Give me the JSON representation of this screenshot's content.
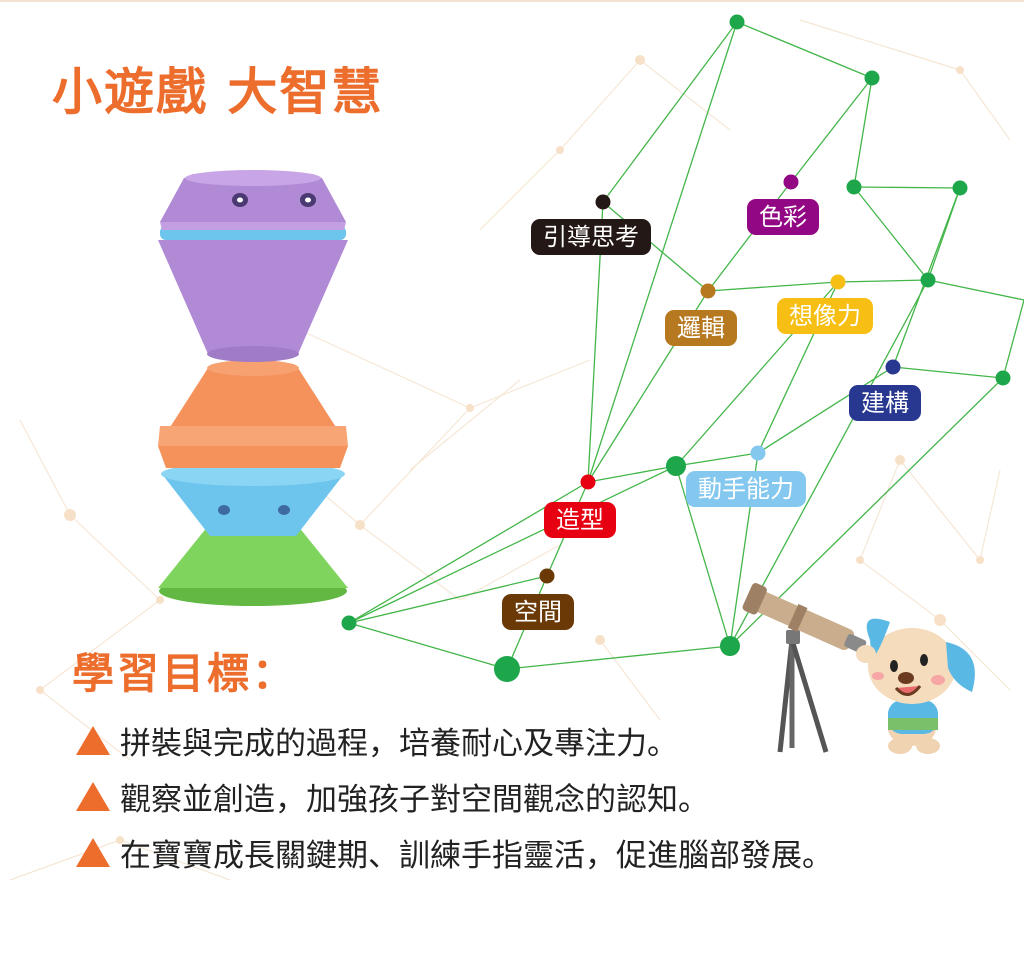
{
  "headline": "小遊戲 大智慧",
  "colors": {
    "accent": "#ec6d2c",
    "network_line": "#43b649",
    "network_node": "#1ea64a",
    "toy_purple": "#b18ad6",
    "toy_orange": "#f5915a",
    "toy_blue": "#6dc5ee",
    "toy_green": "#7fd45e"
  },
  "skill_tags": [
    {
      "key": "guided-thinking",
      "label": "引導思考",
      "bg": "#231815",
      "fg": "#ffffff",
      "node": "#231815"
    },
    {
      "key": "color",
      "label": "色彩",
      "bg": "#920783",
      "fg": "#ffffff",
      "node": "#920783"
    },
    {
      "key": "logic",
      "label": "邏輯",
      "bg": "#b7791f",
      "fg": "#ffffff",
      "node": "#b7791f"
    },
    {
      "key": "imagination",
      "label": "想像力",
      "bg": "#f7be13",
      "fg": "#ffffff",
      "node": "#f7be13"
    },
    {
      "key": "construction",
      "label": "建構",
      "bg": "#283890",
      "fg": "#ffffff",
      "node": "#283890"
    },
    {
      "key": "hands-on",
      "label": "動手能力",
      "bg": "#84c8ef",
      "fg": "#ffffff",
      "node": "#84c8ef"
    },
    {
      "key": "modeling",
      "label": "造型",
      "bg": "#e60012",
      "fg": "#ffffff",
      "node": "#e60012"
    },
    {
      "key": "space",
      "label": "空間",
      "bg": "#6a3906",
      "fg": "#ffffff",
      "node": "#6a3906"
    }
  ],
  "goals": {
    "heading": "學習目標：",
    "items": [
      "拼裝與完成的過程，培養耐心及專注力。",
      "觀察並創造，加強孩子對空間觀念的認知。",
      "在寶寶成長關鍵期、訓練手指靈活，促進腦部發展。"
    ]
  },
  "illustrations": [
    "stacking-toy",
    "telescope",
    "puppy-mascot"
  ]
}
